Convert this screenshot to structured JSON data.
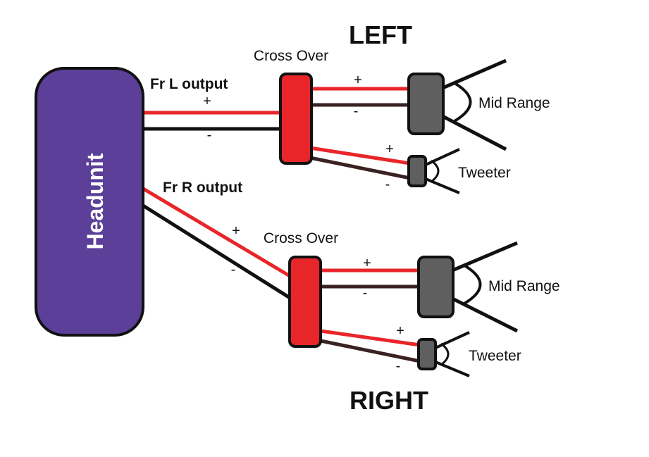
{
  "colors": {
    "headunit_fill": "#5b3f98",
    "crossover_fill": "#e8262a",
    "speaker_fill": "#5f5f5f",
    "positive_wire": "#e8262a",
    "negative_wire": "#111111",
    "tweeter_negative_wire": "#3a2222"
  },
  "headunit": {
    "label": "Headunit"
  },
  "left": {
    "title": "LEFT",
    "output_label": "Fr L output",
    "input_plus": "+",
    "input_minus": "-",
    "crossover_label": "Cross Over",
    "mid": {
      "label": "Mid Range",
      "plus": "+",
      "minus": "-"
    },
    "tweeter": {
      "label": "Tweeter",
      "plus": "+",
      "minus": "-"
    }
  },
  "right": {
    "title": "RIGHT",
    "output_label": "Fr R output",
    "input_plus": "+",
    "input_minus": "-",
    "crossover_label": "Cross Over",
    "mid": {
      "label": "Mid Range",
      "plus": "+",
      "minus": "-"
    },
    "tweeter": {
      "label": "Tweeter",
      "plus": "+",
      "minus": "-"
    }
  }
}
